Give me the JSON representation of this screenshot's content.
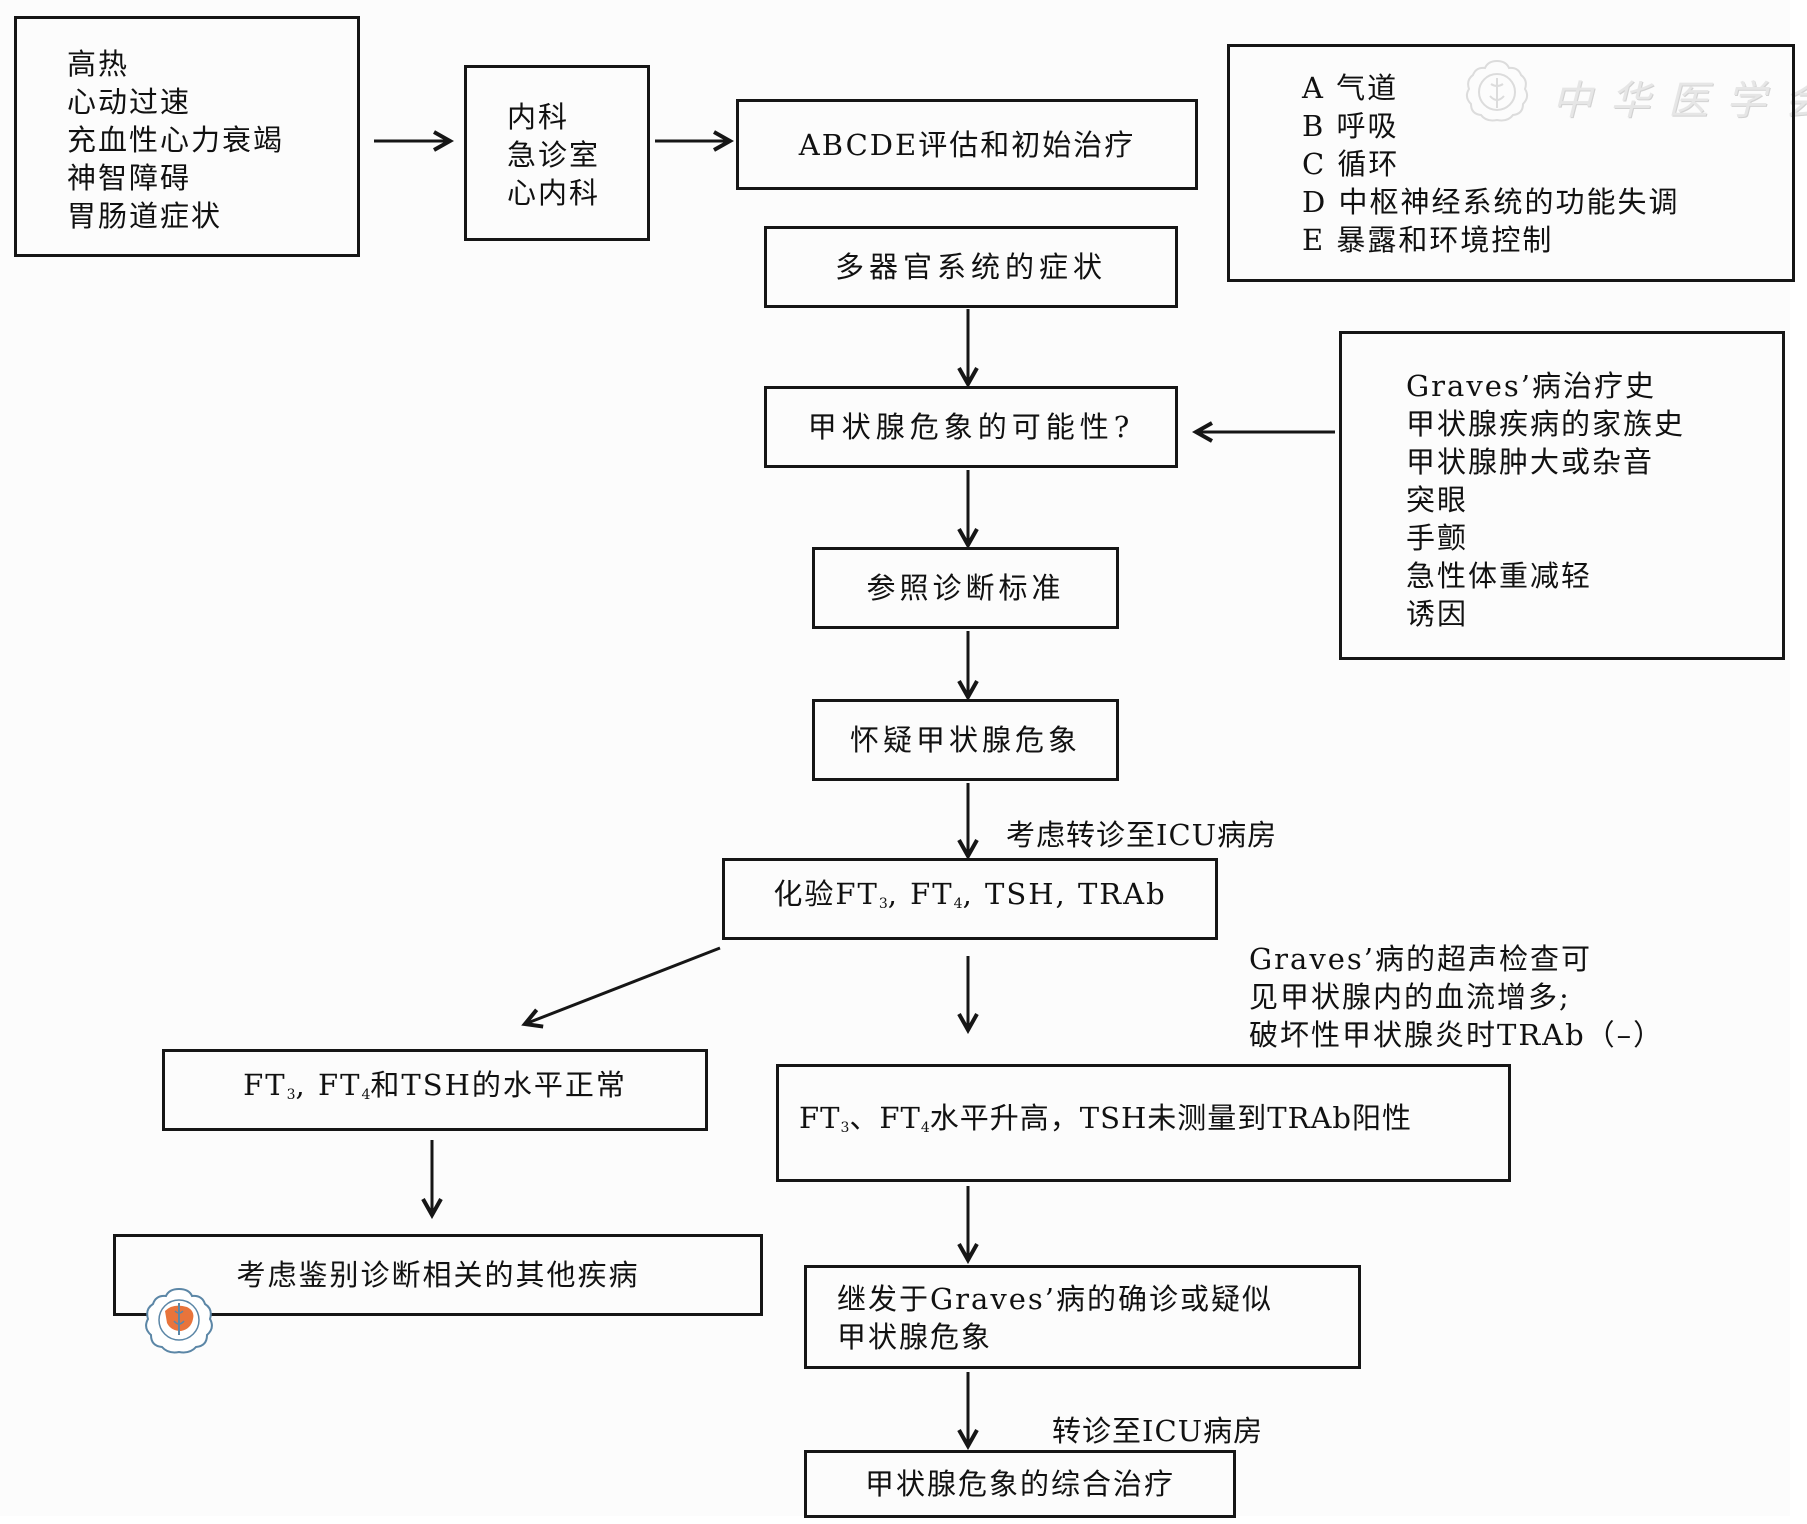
{
  "diagram": {
    "title": "甲状腺危象诊断流程",
    "nodes": {
      "symptoms": {
        "lines": [
          "高热",
          "心动过速",
          "充血性心力衰竭",
          "神智障碍",
          "胃肠道症状"
        ]
      },
      "departments": {
        "lines": [
          "内科",
          "急诊室",
          "心内科"
        ]
      },
      "abcde": {
        "text": "ABCDE评估和初始治疗"
      },
      "abcde_legend": {
        "lines": [
          "A 气道",
          "B 呼吸",
          "C 循环",
          "D 中枢神经系统的功能失调",
          "E 暴露和环境控制"
        ]
      },
      "multi_organ": {
        "text": "多器官系统的症状"
      },
      "possibility": {
        "text": "甲状腺危象的可能性?"
      },
      "history": {
        "lines": [
          "Graves’病治疗史",
          "甲状腺疾病的家族史",
          "甲状腺肿大或杂音",
          "突眼",
          "手颤",
          "急性体重减轻",
          "诱因"
        ]
      },
      "criteria": {
        "text": "参照诊断标准"
      },
      "suspected": {
        "text": "怀疑甲状腺危象"
      },
      "labs": {
        "prefix": "化验FT",
        "sub1": "3",
        "mid1": ", FT",
        "sub2": "4",
        "suffix": ", TSH, TRAb"
      },
      "normal_levels": {
        "prefix": "FT",
        "sub1": "3",
        "mid1": ", FT",
        "sub2": "4",
        "suffix": "和TSH的水平正常"
      },
      "elevated_levels": {
        "prefix": "FT",
        "sub1": "3",
        "mid1": "、FT",
        "sub2": "4",
        "suffix": "水平升高，TSH未测量到TRAb阳性"
      },
      "differential": {
        "text": "考虑鉴别诊断相关的其他疾病"
      },
      "graves_crisis": {
        "lines": [
          "继发于Graves’病的确诊或疑似",
          "甲状腺危象"
        ]
      },
      "treatment": {
        "text": "甲状腺危象的综合治疗"
      }
    },
    "annotations": {
      "consider_icu": "考虑转诊至ICU病房",
      "ultrasound_note": [
        "Graves’病的超声检查可",
        "见甲状腺内的血流增多;",
        "破坏性甲状腺炎时TRAb（–）"
      ],
      "transfer_icu": "转诊至ICU病房"
    },
    "watermark": {
      "text": "中华医学会",
      "logo_icon": "chinese-medical-association-logo"
    },
    "colors": {
      "line": "#161616",
      "background": "#fcfcfc",
      "watermark": "#e2e2e2",
      "logo_orange": "#e8743b",
      "logo_blue": "#5b86a6"
    }
  }
}
